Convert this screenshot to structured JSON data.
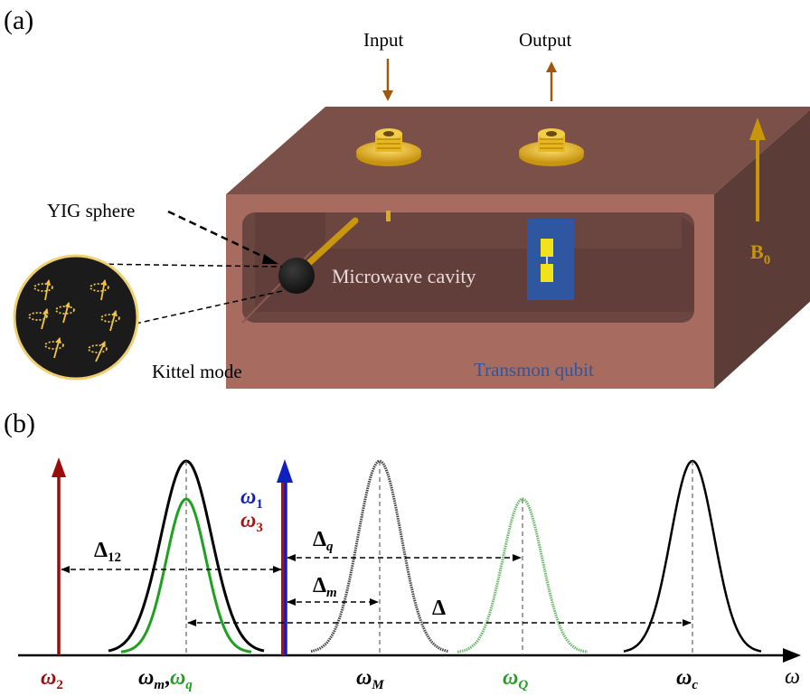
{
  "panel_a": {
    "label": "(a)",
    "input_label": "Input",
    "output_label": "Output",
    "yig_label": "YIG sphere",
    "cavity_label": "Microwave cavity",
    "kittel_label": "Kittel mode",
    "transmon_label": "Transmon qubit",
    "field_label": "B",
    "field_sub": "0",
    "colors": {
      "box_top": "#7a5048",
      "box_front": "#a86b60",
      "box_side": "#5c3c36",
      "cavity_interior": "#6b4540",
      "connector": "#e8b820",
      "arrow_io": "#a0580e",
      "field_arrow": "#c8960a",
      "transmon_bg": "#2f56a0",
      "transmon_label_color": "#2f56a0"
    }
  },
  "panel_b": {
    "label": "(b)",
    "omega1": "ω",
    "omega1_sub": "1",
    "omega3": "ω",
    "omega3_sub": "3",
    "omega2": "ω",
    "omega2_sub": "2",
    "delta12": "Δ",
    "delta12_sub": "12",
    "delta_q": "Δ",
    "delta_q_sub": "q",
    "delta_m": "Δ",
    "delta_m_sub": "m",
    "delta": "Δ",
    "omega_m": "ω",
    "omega_m_sub": "m",
    "comma": ",",
    "omega_q": "ω",
    "omega_q_sub": "q",
    "omega_M": "ω",
    "omega_M_sub": "M",
    "omega_Q": "ω",
    "omega_Q_sub": "Q",
    "omega_c": "ω",
    "omega_c_sub": "c",
    "axis_label": "ω",
    "colors": {
      "red": "#b01010",
      "blue": "#1020c0",
      "green": "#20a020",
      "light_green": "#6ab86a",
      "black": "#000000",
      "gray": "#555555"
    }
  }
}
